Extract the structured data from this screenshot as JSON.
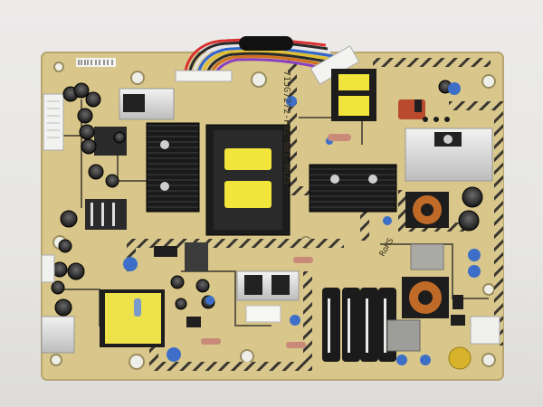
{
  "photo": {
    "subject": "Power supply circuit board",
    "board_color": "#d8c68a",
    "trace_color": "#2f2d27"
  },
  "labels": {
    "part_number": "715G7272-P02-001-0035",
    "rohs": "RoHS"
  }
}
